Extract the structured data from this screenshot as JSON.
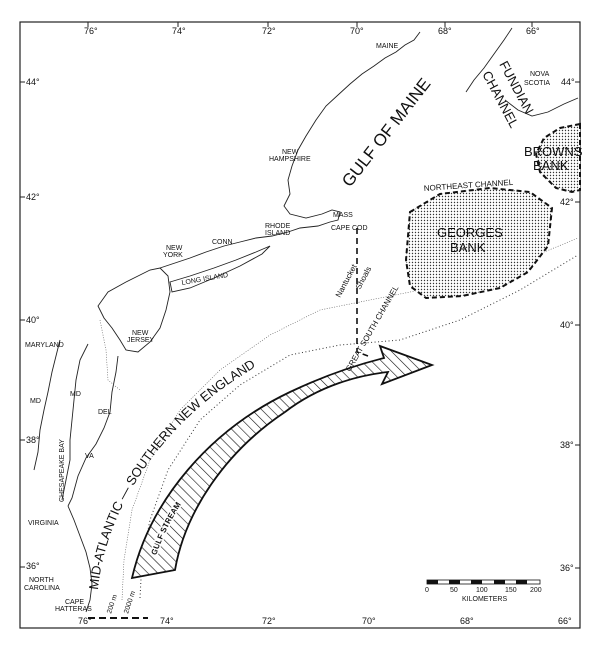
{
  "map": {
    "longitude_ticks_top": [
      "76°",
      "74°",
      "72°",
      "70°",
      "68°",
      "66°"
    ],
    "longitude_ticks_bottom": [
      "76°",
      "74°",
      "72°",
      "70°",
      "68°",
      "66°"
    ],
    "latitude_ticks_left": [
      "44°",
      "42°",
      "40°",
      "38°",
      "36°"
    ],
    "latitude_ticks_right": [
      "44°",
      "42°",
      "40°",
      "38°",
      "36°"
    ],
    "labels": {
      "maine": "MAINE",
      "gulf_of_maine": "GULF OF MAINE",
      "fundian_1": "FUNDIAN",
      "fundian_2": "CHANNEL",
      "nova_1": "NOVA",
      "nova_2": "SCOTIA",
      "nh_1": "NEW",
      "nh_2": "HAMPSHIRE",
      "browns_1": "BROWNS",
      "browns_2": "BANK",
      "northeast_channel": "NORTHEAST CHANNEL",
      "georges_1": "GEORGES",
      "georges_2": "BANK",
      "mass": "MASS",
      "ri_1": "RHODE",
      "ri_2": "ISLAND",
      "cape_cod": "CAPE COD",
      "ny_1": "NEW",
      "ny_2": "YORK",
      "conn": "CONN",
      "long_island": "LONG ISLAND",
      "nantucket_1": "Nantucket",
      "nantucket_2": "Shoals",
      "great_south_channel": "GREAT SOUTH CHANNEL",
      "region": "MID-ATLANTIC — SOUTHERN NEW ENGLAND",
      "gulf_stream": "GULF STREAM",
      "nj_1": "NEW",
      "nj_2": "JERSEY",
      "maryland": "MARYLAND",
      "md_west": "MD",
      "md_east": "MD",
      "del": "DEL",
      "va": "VA",
      "chesapeake": "CHESAPEAKE BAY",
      "virginia": "VIRGINIA",
      "nc_1": "NORTH",
      "nc_2": "CAROLINA",
      "hatteras_1": "CAPE",
      "hatteras_2": "HATTERAS",
      "isobath_200": "200 m",
      "isobath_2000": "2000 m"
    },
    "scale_bar": {
      "ticks": [
        "0",
        "50",
        "100",
        "150",
        "200"
      ],
      "unit": "KILOMETERS"
    }
  }
}
